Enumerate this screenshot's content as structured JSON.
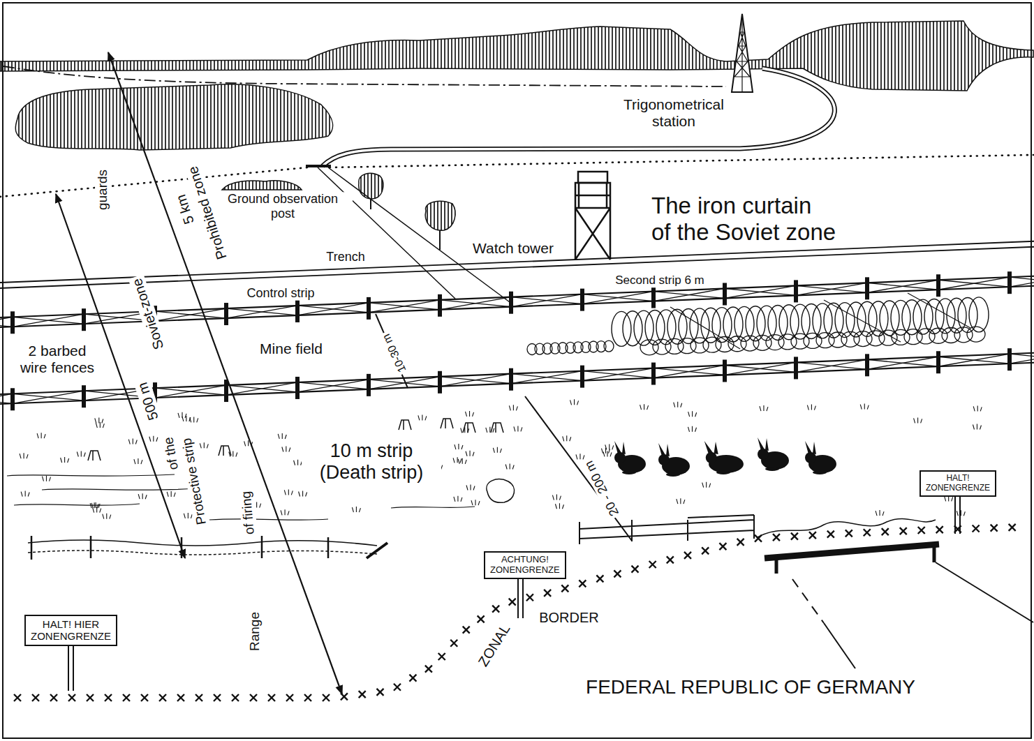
{
  "diagram": {
    "title": "The iron curtain of the Soviet zone",
    "nodes": [
      {
        "text": [
          "HALT! ZONENGRENZE"
        ]
      },
      {
        "text": [
          "ACHTUNG! ZONENGRENZE"
        ]
      },
      {
        "text": [
          "HALT! HIER ZONENGRENZE"
        ]
      }
    ],
    "labels": [
      "Trigonometrical station",
      "Ground observation post",
      "guards",
      "Prohibited zone",
      "5 km",
      "Watch tower",
      "Trench",
      "Control strip",
      "Second strip 6 m",
      "Soviet-zone",
      "2 barbed wire fences",
      "500 m",
      "Mine field",
      "10-30 m",
      "of the",
      "Protective strip",
      "10 m strip (Death strip)",
      "20 - 200 m",
      "of firing",
      "Range",
      "ZONAL",
      "BORDER",
      "FEDERAL REPUBLIC OF GERMANY"
    ]
  }
}
